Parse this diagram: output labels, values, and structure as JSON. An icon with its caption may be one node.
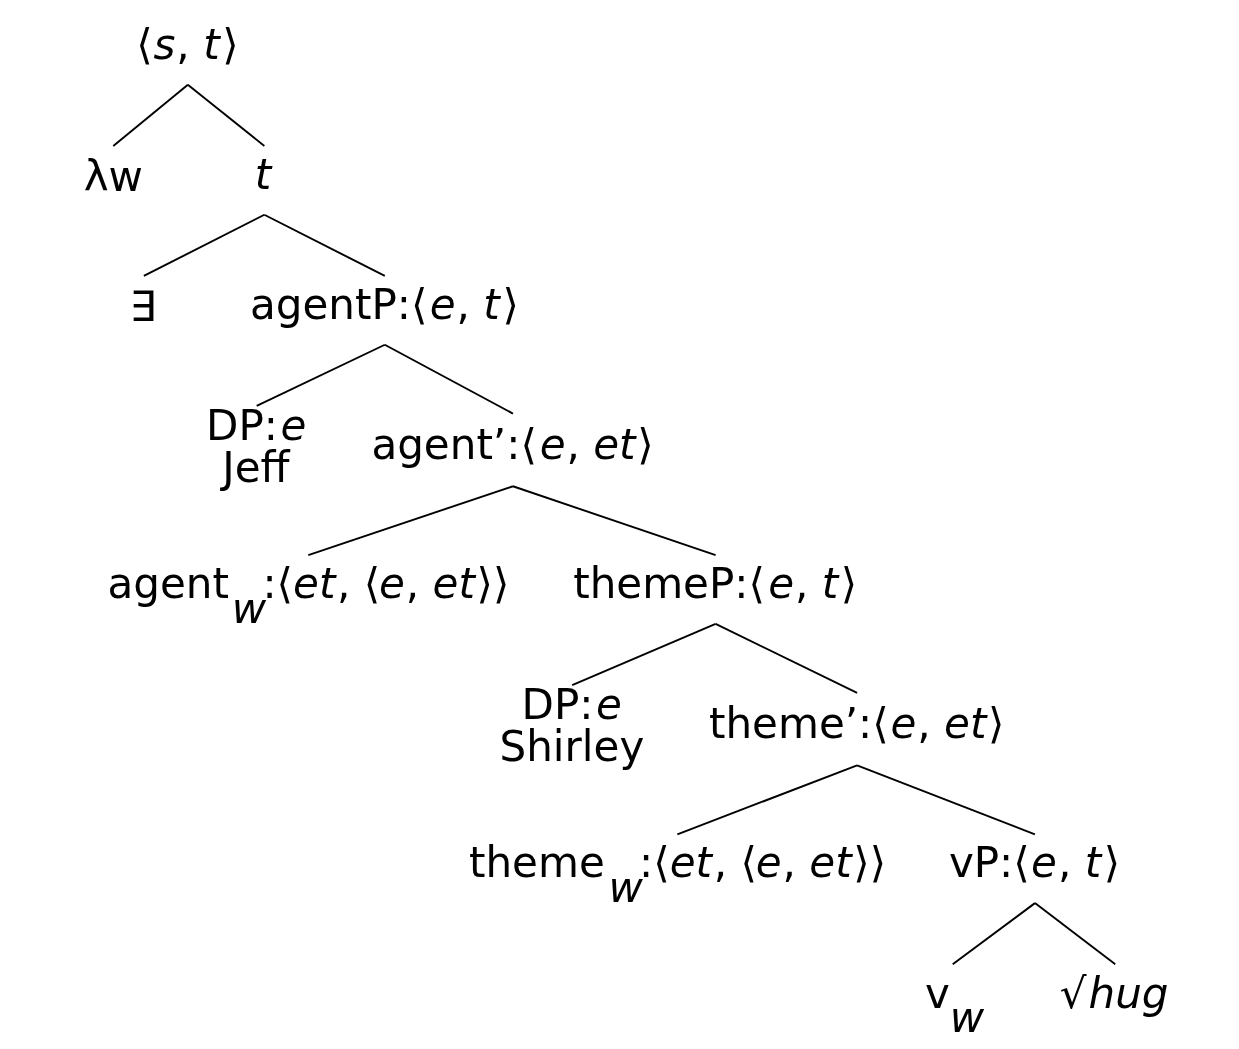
{
  "diagram": {
    "nodes": [
      {
        "text": [
          "⟨*s*, *t*⟩"
        ]
      },
      {
        "text": [
          "λw"
        ]
      },
      {
        "text": [
          "*t*"
        ]
      },
      {
        "text": [
          "∃"
        ]
      },
      {
        "text": [
          "agentP:⟨*e*, *t*⟩"
        ]
      },
      {
        "text": [
          "DP:*e*",
          "Jeff"
        ]
      },
      {
        "text": [
          "agent’:⟨*e*, *et*⟩"
        ]
      },
      {
        "text": [
          "agent$_{w}$:⟨*et*, ⟨*e*, *et*⟩⟩"
        ]
      },
      {
        "text": [
          "themeP:⟨*e*, *t*⟩"
        ]
      },
      {
        "text": [
          "DP:*e*",
          "Shirley"
        ]
      },
      {
        "text": [
          "theme’:⟨*e*, *et*⟩"
        ]
      },
      {
        "text": [
          "theme$_{w}$:⟨*et*, ⟨*e*, *et*⟩⟩"
        ]
      },
      {
        "text": [
          "vP:⟨*e*, *t*⟩"
        ]
      },
      {
        "text": [
          "v$_{w}$"
        ]
      },
      {
        "text": [
          "√*hug*"
        ]
      }
    ],
    "edges": [
      {
        "from": 0,
        "to": 1,
        "arrow": "none"
      },
      {
        "from": 0,
        "to": 2,
        "arrow": "none"
      },
      {
        "from": 2,
        "to": 3,
        "arrow": "none"
      },
      {
        "from": 2,
        "to": 4,
        "arrow": "none"
      },
      {
        "from": 4,
        "to": 5,
        "arrow": "none"
      },
      {
        "from": 4,
        "to": 6,
        "arrow": "none"
      },
      {
        "from": 6,
        "to": 7,
        "arrow": "none"
      },
      {
        "from": 6,
        "to": 8,
        "arrow": "none"
      },
      {
        "from": 8,
        "to": 9,
        "arrow": "none"
      },
      {
        "from": 8,
        "to": 10,
        "arrow": "none"
      },
      {
        "from": 10,
        "to": 11,
        "arrow": "none"
      },
      {
        "from": 10,
        "to": 12,
        "arrow": "none"
      },
      {
        "from": 12,
        "to": 13,
        "arrow": "none"
      },
      {
        "from": 12,
        "to": 14,
        "arrow": "none"
      }
    ]
  }
}
